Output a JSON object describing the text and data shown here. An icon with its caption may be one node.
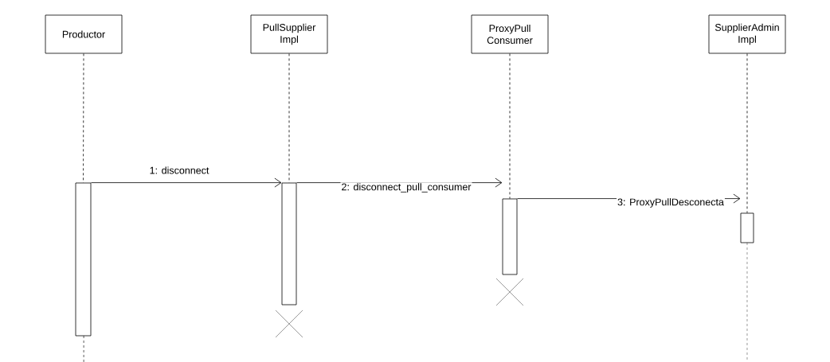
{
  "diagram": {
    "nodes": [
      {
        "text": [
          "Productor"
        ]
      },
      {
        "text": [
          "PullSupplier Impl"
        ]
      },
      {
        "text": [
          "ProxyPull Consumer"
        ]
      },
      {
        "text": [
          "SupplierAdmin Impl"
        ]
      },
      {
        "text": [],
        "shape": "bar"
      },
      {
        "text": [],
        "shape": "bar"
      },
      {
        "text": [],
        "shape": "bar"
      },
      {
        "text": [],
        "shape": "bar"
      }
    ],
    "edges": [
      {
        "from": 0,
        "to": 4,
        "arrow": "none",
        "style": "dashed"
      },
      {
        "from": 1,
        "to": 5,
        "arrow": "none",
        "style": "dashed"
      },
      {
        "from": 2,
        "to": 6,
        "arrow": "none",
        "style": "dashed"
      },
      {
        "from": 3,
        "to": 7,
        "arrow": "none",
        "style": "dashed"
      },
      {
        "from": 4,
        "to": 5,
        "arrow": "to",
        "label": "1: disconnect"
      },
      {
        "from": 5,
        "to": 6,
        "arrow": "to",
        "label": "2: disconnect_pull_consumer"
      },
      {
        "from": 6,
        "to": 7,
        "arrow": "to",
        "label": "3: ProxyPullDesconecta"
      }
    ]
  }
}
